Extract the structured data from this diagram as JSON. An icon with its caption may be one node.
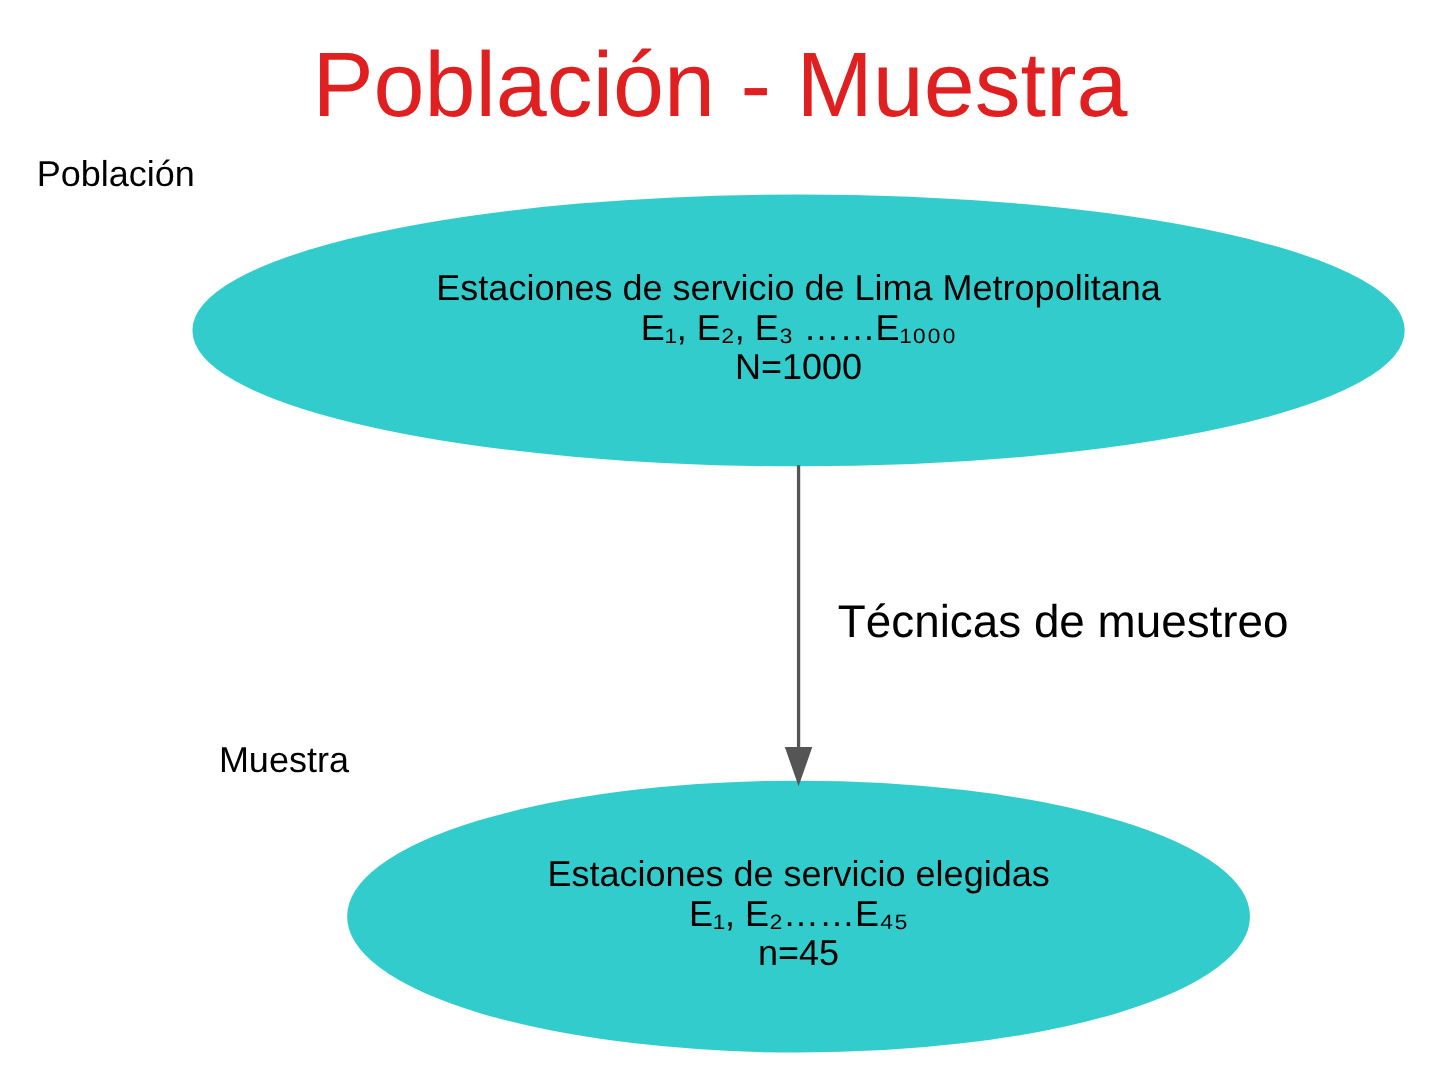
{
  "diagram": {
    "title": "Población - Muestra",
    "nodes": [
      {
        "text": [
          "Estaciones de servicio de Lima Metropolitana",
          "E₁, E₂, E₃ ……E₁₀₀₀",
          "N=1000"
        ],
        "beside": [
          "Población"
        ]
      },
      {
        "text": [
          "Estaciones de servicio elegidas",
          "E₁, E₂……E₄₅",
          "n=45"
        ],
        "beside": [
          "Muestra"
        ]
      }
    ],
    "edges": [
      {
        "from": 0,
        "to": 1,
        "arrow": "to",
        "label": "Técnicas de muestreo"
      }
    ]
  }
}
